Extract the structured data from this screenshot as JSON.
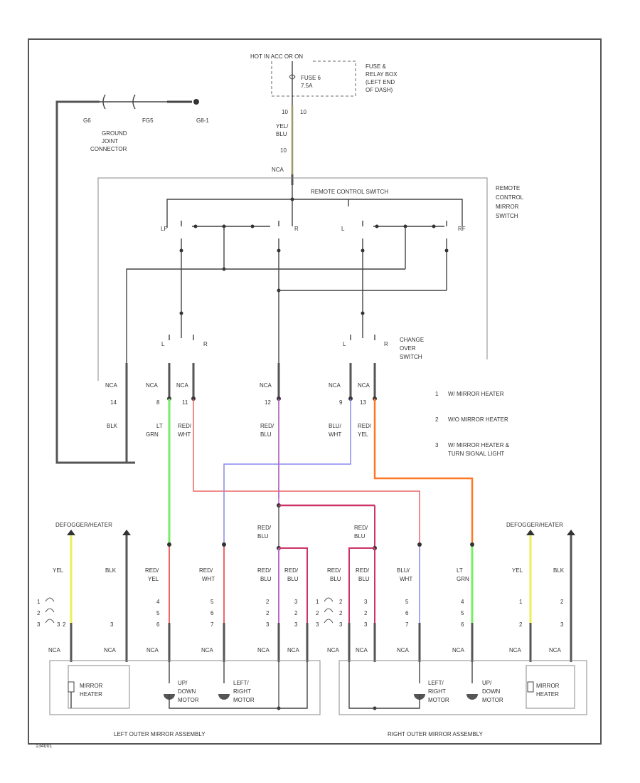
{
  "header": {
    "power_source": "HOT IN ACC OR ON",
    "fuse": [
      "FUSE 6",
      "7.5A"
    ],
    "fuse_box": [
      "FUSE &",
      "RELAY BOX",
      "(LEFT END",
      "OF DASH)"
    ],
    "pins": [
      "10",
      "10"
    ],
    "feed_color": [
      "YEL/",
      "BLU"
    ],
    "connector_pin": "10",
    "nca": "NCA"
  },
  "ground": {
    "labels": [
      "G6",
      "FG5",
      "G8-1"
    ],
    "connector": [
      "GROUND",
      "JOINT",
      "CONNECTOR"
    ]
  },
  "remote_switch": {
    "title": "REMOTE CONTROL SWITCH",
    "side_label": [
      "REMOTE",
      "CONTROL",
      "MIRROR",
      "SWITCH"
    ],
    "terminals": [
      "LF",
      "L",
      "R",
      "RF"
    ]
  },
  "changeover": {
    "label": [
      "CHANGE",
      "OVER",
      "SWITCH"
    ],
    "left_terminals": [
      "L",
      "R"
    ],
    "right_terminals": [
      "L",
      "R"
    ]
  },
  "switch_connectors": [
    {
      "nca": "NCA",
      "pin": "14",
      "color": "BLK"
    },
    {
      "nca": "NCA",
      "pin": "8",
      "color": [
        "LT",
        "GRN"
      ]
    },
    {
      "nca": "NCA",
      "pin": "11",
      "color": [
        "RED/",
        "WHT"
      ]
    },
    {
      "nca": "NCA",
      "pin": "12",
      "color": [
        "RED/",
        "BLU"
      ]
    },
    {
      "nca": "NCA",
      "pin": "9",
      "color": [
        "BLU/",
        "WHT"
      ]
    },
    {
      "nca": "NCA",
      "pin": "13",
      "color": [
        "RED/",
        "YEL"
      ]
    }
  ],
  "notes": [
    {
      "num": "1",
      "text": "W/ MIRROR HEATER"
    },
    {
      "num": "2",
      "text": "W/O MIRROR HEATER"
    },
    {
      "num": "3",
      "text": "W/ MIRROR HEATER &",
      "text2": "TURN SIGNAL LIGHT"
    }
  ],
  "defogger_left": "DEFOGGER/HEATER",
  "defogger_right": "DEFOGGER/HEATER",
  "mid_junction_left": [
    "RED/",
    "BLU"
  ],
  "mid_junction_right": [
    "RED/",
    "BLU"
  ],
  "left_mirror": {
    "title": "LEFT OUTER MIRROR ASSEMBLY",
    "wires": [
      {
        "color": "YEL",
        "pins": [
          "3",
          "2"
        ]
      },
      {
        "color": "BLK",
        "pins": [
          "",
          "3"
        ]
      },
      {
        "color": [
          "RED/",
          "YEL"
        ],
        "pins": [
          "4",
          "5",
          "6"
        ]
      },
      {
        "color": [
          "RED/",
          "WHT"
        ],
        "pins": [
          "5",
          "6",
          "7"
        ]
      },
      {
        "color": [
          "RED/",
          "BLU"
        ],
        "pins": [
          "2",
          "2",
          "3"
        ]
      },
      {
        "color": [
          "RED/",
          "BLU"
        ],
        "pins": [
          "3",
          "2",
          "3"
        ]
      }
    ],
    "heater": [
      "MIRROR",
      "HEATER"
    ],
    "motor1": [
      "UP/",
      "DOWN",
      "MOTOR"
    ],
    "motor2": [
      "LEFT/",
      "RIGHT",
      "MOTOR"
    ]
  },
  "right_mirror": {
    "title": "RIGHT OUTER MIRROR ASSEMBLY",
    "wires": [
      {
        "color": [
          "RED/",
          "BLU"
        ],
        "pins": [
          "2",
          "2",
          "3"
        ]
      },
      {
        "color": [
          "RED/",
          "BLU"
        ],
        "pins": [
          "3",
          "2",
          "3"
        ]
      },
      {
        "color": [
          "BLU/",
          "WHT"
        ],
        "pins": [
          "5",
          "6",
          "7"
        ]
      },
      {
        "color": [
          "LT",
          "GRN"
        ],
        "pins": [
          "4",
          "5",
          "6"
        ]
      },
      {
        "color": "YEL",
        "pins": [
          "1",
          "2"
        ]
      },
      {
        "color": "BLK",
        "pins": [
          "2",
          "3"
        ]
      }
    ],
    "heater": [
      "MIRROR",
      "HEATER"
    ],
    "motor1": [
      "LEFT/",
      "RIGHT",
      "MOTOR"
    ],
    "motor2": [
      "UP/",
      "DOWN",
      "MOTOR"
    ]
  },
  "nca_bottom": "NCA",
  "footer_code": "134001",
  "colors": {
    "lt_grn": "#77ee66",
    "red_wht": "#ee6666",
    "red_blu": "#bb66cc",
    "blu_wht": "#8888ee",
    "red_yel": "#ff7722",
    "red_blu_bar": "#cc3366",
    "yel": "#eeee55",
    "blk": "#555555"
  }
}
